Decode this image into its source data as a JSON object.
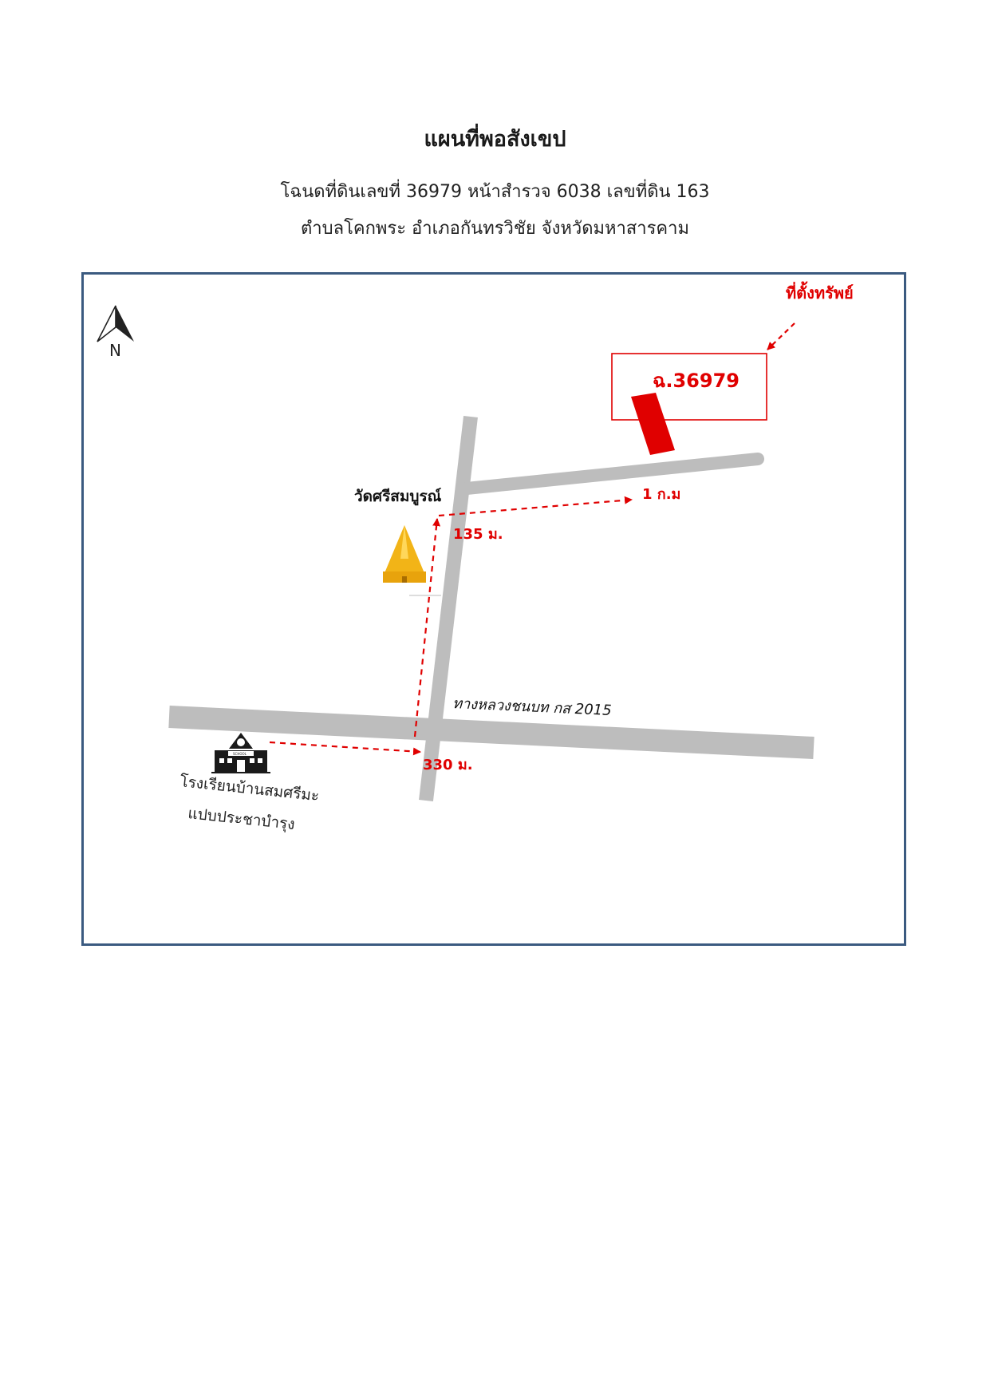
{
  "header": {
    "title": "แผนที่พอสังเขป",
    "line1": "โฉนดที่ดินเลขที่ 36979 หน้าสำรวจ 6038 เลขที่ดิน 163",
    "line2": "ตำบลโคกพระ อำเภอกันทรวิชัย จังหวัดมหาสารคาม"
  },
  "map": {
    "north_label": "N",
    "property_label": "ที่ตั้งทรัพย์",
    "deed_label": "ฉ.36979",
    "temple_name": "วัดศรีสมบูรณ์",
    "road_name": "ทางหลวงชนบท กส 2015",
    "distance_1km": "1 ก.ม",
    "distance_135m": "135 ม.",
    "distance_330m": "330 ม.",
    "school_name_line1": "โรงเรียนบ้านสมศรีมะ",
    "school_name_line2": "แปบประชาบำรุง",
    "school_sign": "SCHOOL"
  },
  "colors": {
    "road": "#bdbdbd",
    "accent_red": "#e00000",
    "frame": "#3b5a80",
    "temple_gold": "#f2b417"
  }
}
